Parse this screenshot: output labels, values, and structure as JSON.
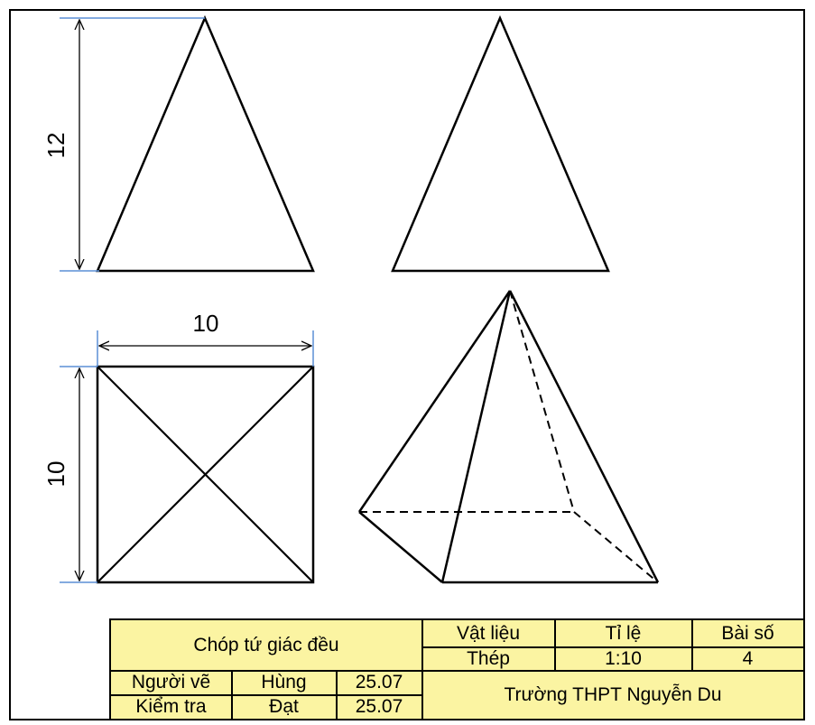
{
  "dimensions": {
    "front_height": "12",
    "top_width": "10",
    "top_depth": "10"
  },
  "title_block": {
    "title": "Chóp tứ giác đều",
    "material_label": "Vật liệu",
    "material_value": "Thép",
    "scale_label": "Tỉ lệ",
    "scale_value": "1:10",
    "exercise_label": "Bài số",
    "exercise_value": "4",
    "drawer_label": "Người vẽ",
    "drawer_name": "Hùng",
    "drawer_date": "25.07",
    "checker_label": "Kiểm tra",
    "checker_name": "Đạt",
    "checker_date": "25.07",
    "school": "Trường THPT Nguyễn Du"
  },
  "colors": {
    "title_block_fill": "#fbf4a2",
    "extension_line": "#5b8fd6"
  }
}
